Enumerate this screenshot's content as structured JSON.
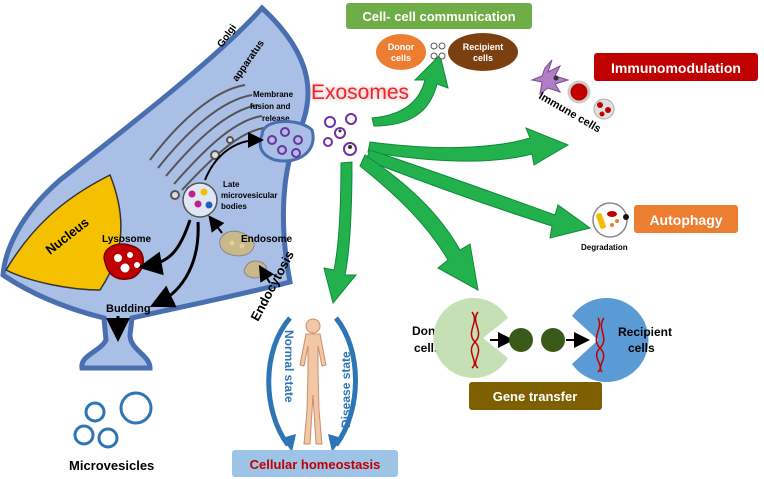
{
  "labels": {
    "golgi": "Golgi apparatus",
    "golgi_line1": "Golgi",
    "golgi_line2": "apparatus",
    "membrane_line1": "Membrane",
    "membrane_line2": "fusion and",
    "membrane_line3": "release",
    "late_line1": "Late",
    "late_line2": "microvesicular",
    "late_line3": "bodies",
    "nucleus": "Nucleus",
    "lysosome": "Lysosome",
    "endosome": "Endosome",
    "endocytosis": "Endocytosis",
    "budding": "Budding",
    "microvesicles": "Microvesicles",
    "exosomes": "Exosomes",
    "donor_line1": "Donor",
    "donor_line2": "cells",
    "recipient_line1": "Recipient",
    "recipient_line2": "cells",
    "immune_cells": "Immune cells",
    "degradation": "Degradation",
    "normal_state": "Normal state",
    "disease_state": "Disease state",
    "gene_donor_line1": "Donor",
    "gene_donor_line2": "cells",
    "gene_recipient_line1": "Recipient",
    "gene_recipient_line2": "cells"
  },
  "boxes": {
    "cell_comm": "Cell- cell communication",
    "immunomodulation": "Immunomodulation",
    "autophagy": "Autophagy",
    "gene_transfer": "Gene transfer",
    "cellular_homeostasis": "Cellular homeostasis"
  },
  "colors": {
    "cell_body": "#a9bfe6",
    "cell_border": "#4a6fb0",
    "nucleus": "#f5c000",
    "arrow_green": "#22b14c",
    "exosome_red": "#e8262b",
    "cell_comm_box": "#6fad47",
    "immuno_box": "#c00000",
    "autophagy_box": "#ed7d31",
    "gene_box": "#7f6000",
    "homeostasis_box": "#9dc3e6",
    "homeostasis_text": "#c00000",
    "donor_cell": "#c5e0b4",
    "recipient_cell": "#5b9bd5"
  }
}
